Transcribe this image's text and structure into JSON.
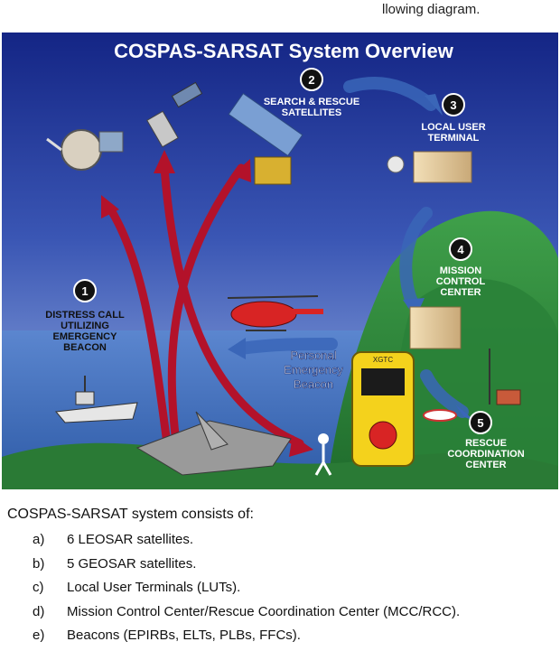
{
  "top_text": "llowing diagram.",
  "figure": {
    "title": "COSPAS-SARSAT System Overview",
    "steps": [
      {
        "num": "1",
        "lines": [
          "DISTRESS CALL",
          "UTILIZING",
          "EMERGENCY",
          "BEACON"
        ]
      },
      {
        "num": "2",
        "lines": [
          "SEARCH & RESCUE",
          "SATELLITES"
        ]
      },
      {
        "num": "3",
        "lines": [
          "LOCAL USER",
          "TERMINAL"
        ]
      },
      {
        "num": "4",
        "lines": [
          "MISSION",
          "CONTROL",
          "CENTER"
        ]
      },
      {
        "num": "5",
        "lines": [
          "RESCUE",
          "COORDINATION",
          "CENTER"
        ]
      }
    ],
    "beacon_label": [
      "Personal",
      "Emergency",
      "Beacon"
    ],
    "device_brand": "XGTC"
  },
  "caption": "COSPAS-SARSAT system consists of:",
  "items": [
    {
      "marker": "a)",
      "text": "6 LEOSAR satellites."
    },
    {
      "marker": "b)",
      "text": "5 GEOSAR satellites."
    },
    {
      "marker": "c)",
      "text": "Local User Terminals (LUTs)."
    },
    {
      "marker": "d)",
      "text": "Mission Control Center/Rescue Coordination Center (MCC/RCC)."
    },
    {
      "marker": "e)",
      "text": "Beacons (EPIRBs, ELTs, PLBs, FFCs)."
    }
  ],
  "colors": {
    "sky_top": "#1d2f8f",
    "sky_bottom": "#6d8fd0",
    "sea": "#3f6fbf",
    "land": "#2f8a3a",
    "arrow_red": "#b3122a",
    "arrow_blue": "#3a66b8",
    "beacon_yellow": "#f4d21c"
  }
}
